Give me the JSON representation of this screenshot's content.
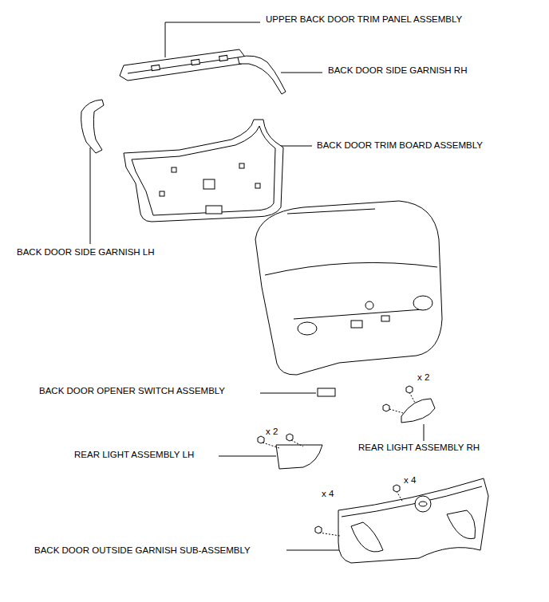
{
  "diagram": {
    "labels": [
      "UPPER BACK DOOR TRIM PANEL ASSEMBLY",
      "BACK DOOR SIDE GARNISH RH",
      "BACK DOOR TRIM BOARD ASSEMBLY",
      "BACK DOOR SIDE GARNISH LH",
      "BACK DOOR OPENER SWITCH ASSEMBLY",
      "x 2",
      "x 2",
      "REAR LIGHT ASSEMBLY RH",
      "REAR LIGHT ASSEMBLY LH",
      "x 4",
      "x 4",
      "BACK DOOR OUTSIDE GARNISH SUB-ASSEMBLY"
    ]
  }
}
